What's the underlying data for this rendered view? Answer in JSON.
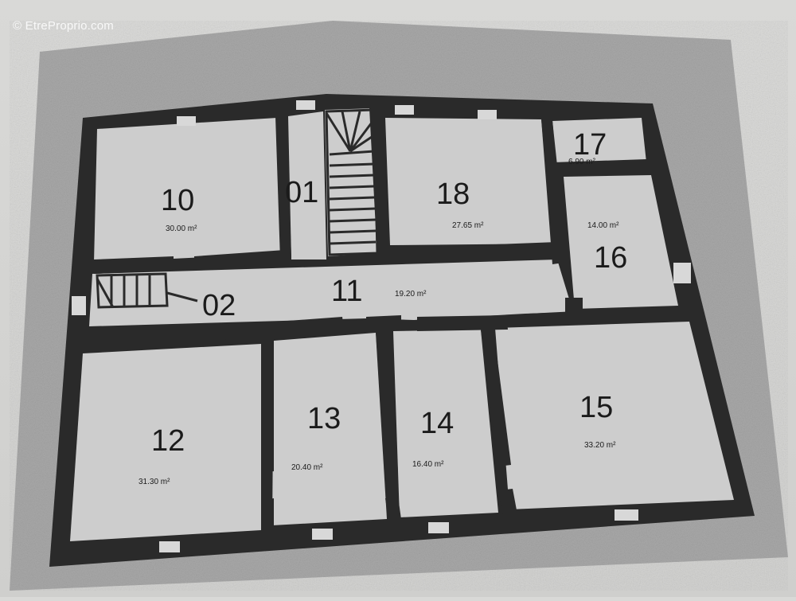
{
  "watermark": "© EtreProprio.com",
  "rooms": [
    {
      "id": "10",
      "area": "30.00 m²"
    },
    {
      "id": "01"
    },
    {
      "id": "18",
      "area": "27.65 m²"
    },
    {
      "id": "17",
      "area": "6.90 m²"
    },
    {
      "id": "16",
      "area": "14.00 m²"
    },
    {
      "id": "02"
    },
    {
      "id": "11",
      "area": "19.20 m²"
    },
    {
      "id": "12",
      "area": "31.30 m²"
    },
    {
      "id": "13",
      "area": "20.40 m²"
    },
    {
      "id": "14",
      "area": "16.40 m²"
    },
    {
      "id": "15",
      "area": "33.20 m²"
    }
  ],
  "colors": {
    "paper": "#cfcfcd",
    "plan": "#a6a6a6",
    "room": "#cdcdcd",
    "wall": "#2a2a2a"
  }
}
